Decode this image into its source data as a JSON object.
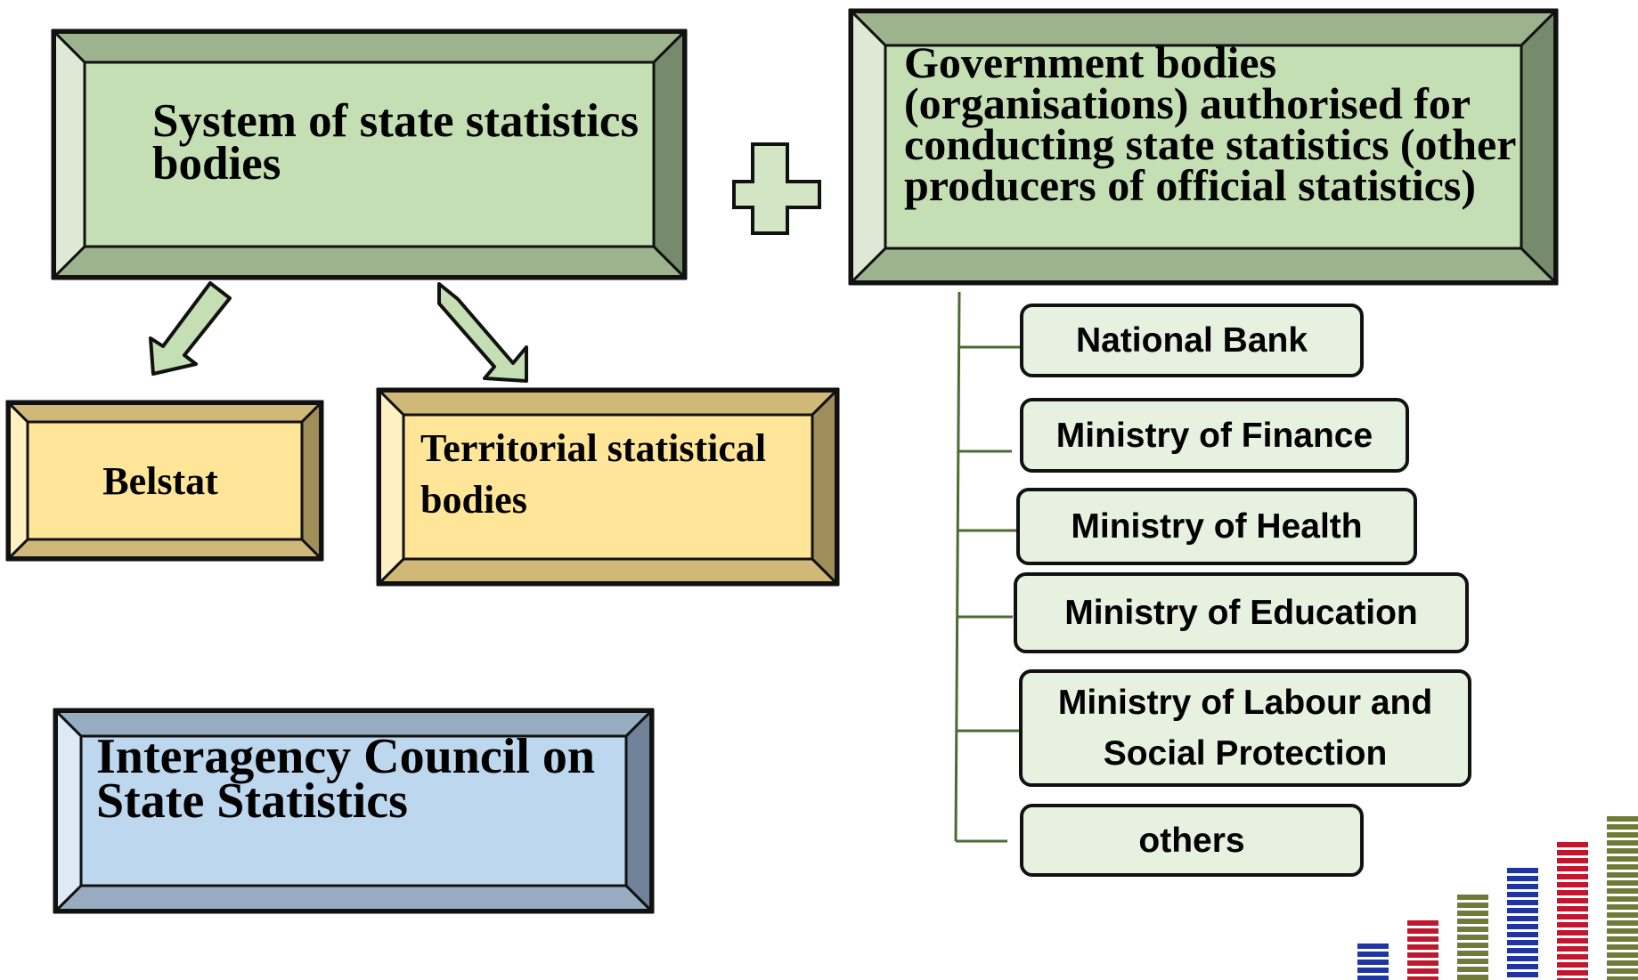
{
  "boxes": {
    "system": {
      "title": "System of state statistics bodies"
    },
    "government": {
      "title": "Government bodies (organisations) authorised for conducting state statistics (other producers of official statistics)"
    },
    "belstat": {
      "title": "Belstat"
    },
    "territorial": {
      "title": "Territorial statistical bodies"
    },
    "council": {
      "title": "Interagency Council on State Statistics"
    }
  },
  "members": [
    {
      "label": "National Bank"
    },
    {
      "label": "Ministry of Finance"
    },
    {
      "label": "Ministry of Health"
    },
    {
      "label": "Ministry of Education"
    },
    {
      "label": "Ministry of Labour and Social Protection"
    },
    {
      "label": "others"
    }
  ],
  "colors": {
    "green_face": "#c5dfb4",
    "green_light": "#dde9d4",
    "green_dark": "#768a6c",
    "green_bottom": "#9cb38e",
    "yellow_face": "#ffe597",
    "yellow_light": "#fff0c2",
    "yellow_dark": "#a08e58",
    "yellow_bottom": "#cfb878",
    "blue_face": "#bdd7ee",
    "blue_light": "#dde9f6",
    "blue_dark": "#718399",
    "blue_bottom": "#97abc1",
    "member_fill": "#e6f1df",
    "connector": "#4b6b32",
    "logo_blue": "#1f35a0",
    "logo_red": "#c0172e",
    "logo_olive": "#6f7b37"
  },
  "icons": [
    "plus-icon",
    "arrow-down-left-icon",
    "arrow-down-right-icon",
    "bar-logo-icon"
  ]
}
